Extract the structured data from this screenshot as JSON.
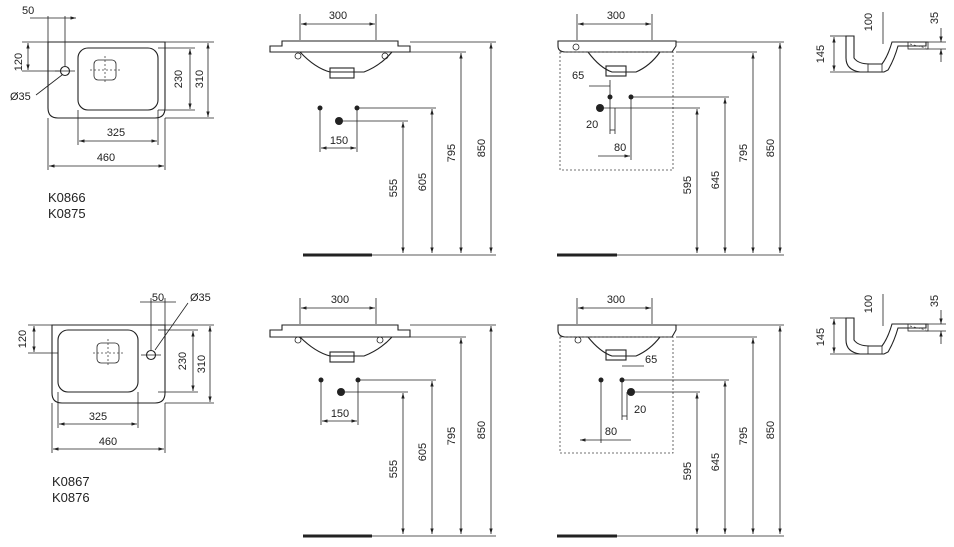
{
  "codes": {
    "top": [
      "K0866",
      "K0875"
    ],
    "bottom": [
      "K0867",
      "K0876"
    ]
  },
  "dims": {
    "d50": "50",
    "d120": "120",
    "d35dia": "Ø35",
    "d230": "230",
    "d310": "310",
    "d325": "325",
    "d460": "460",
    "d300": "300",
    "d150": "150",
    "d555": "555",
    "d605": "605",
    "d795": "795",
    "d850": "850",
    "d65": "65",
    "d20": "20",
    "d80": "80",
    "d595": "595",
    "d645": "645",
    "d100": "100",
    "d35": "35",
    "d145": "145"
  }
}
